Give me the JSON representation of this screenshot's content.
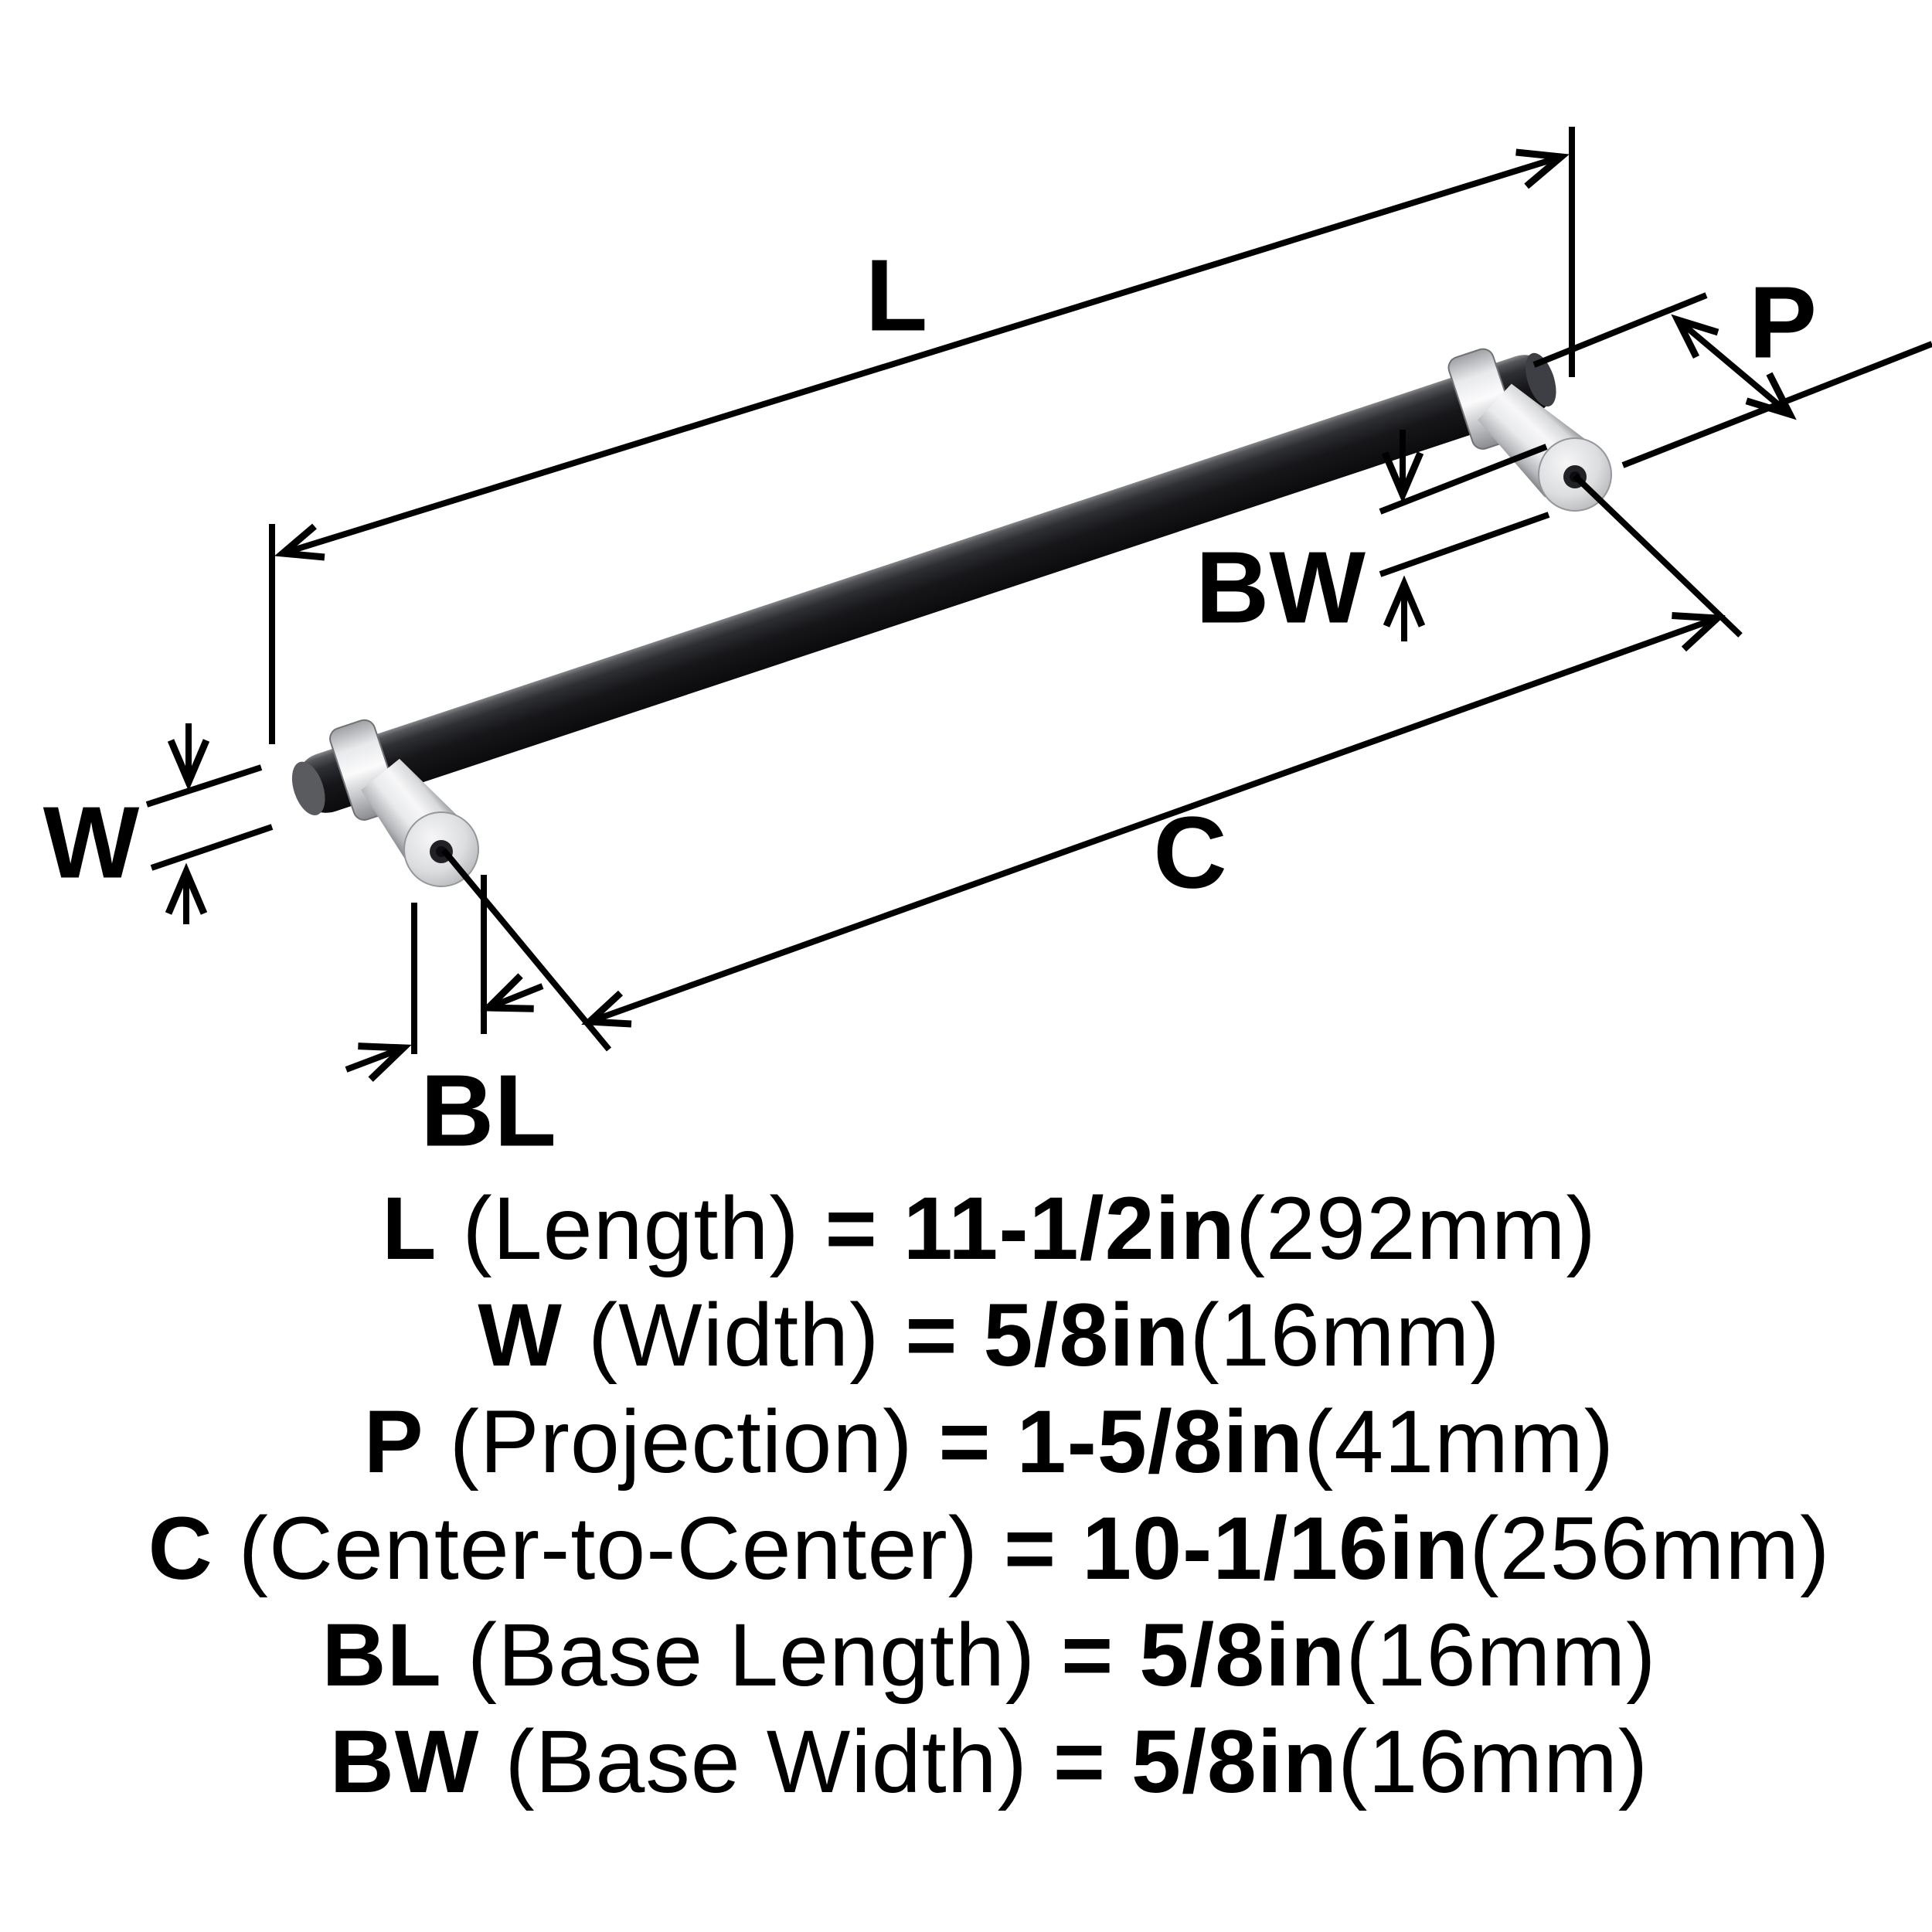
{
  "page": {
    "background": "#ffffff",
    "ink": "#000000"
  },
  "product": {
    "kind": "cabinet-pull-dimension-diagram",
    "bar_color": "#1a1b1e",
    "hardware_color": "#d9dadc"
  },
  "diagram": {
    "labels": {
      "length": "L",
      "width": "W",
      "projection": "P",
      "center_to_center": "C",
      "base_length": "BL",
      "base_width": "BW"
    }
  },
  "specs": [
    {
      "code": "L",
      "name": " (Length) ",
      "eq": "=",
      "value": " 11-1/2in",
      "metric": "(292mm)"
    },
    {
      "code": "W",
      "name": " (Width) ",
      "eq": "=",
      "value": " 5/8in",
      "metric": "(16mm)"
    },
    {
      "code": "P",
      "name": " (Projection) ",
      "eq": "=",
      "value": " 1-5/8in",
      "metric": "(41mm)"
    },
    {
      "code": "C",
      "name": " (Center-to-Center) ",
      "eq": "=",
      "value": " 10-1/16in",
      "metric": "(256mm)"
    },
    {
      "code": "BL",
      "name": " (Base Length) ",
      "eq": "=",
      "value": " 5/8in",
      "metric": "(16mm)"
    },
    {
      "code": "BW",
      "name": " (Base Width) ",
      "eq": "=",
      "value": " 5/8in",
      "metric": "(16mm)"
    }
  ]
}
